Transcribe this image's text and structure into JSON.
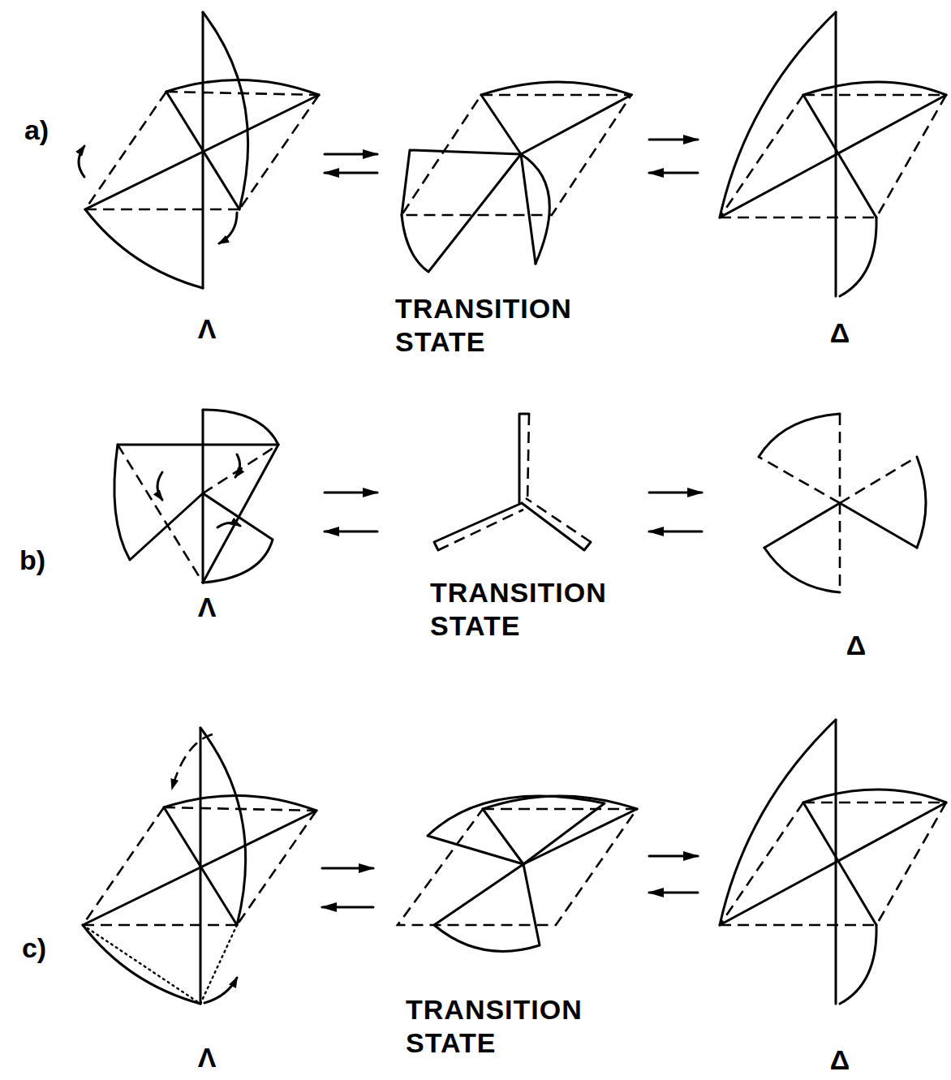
{
  "diagram": {
    "labels": [
      "a)",
      "Λ",
      "TRANSITION STATE",
      "Δ",
      "b)",
      "Λ",
      "TRANSITION STATE",
      "Δ",
      "c)",
      "Λ",
      "TRANSITION STATE",
      "Δ"
    ]
  }
}
